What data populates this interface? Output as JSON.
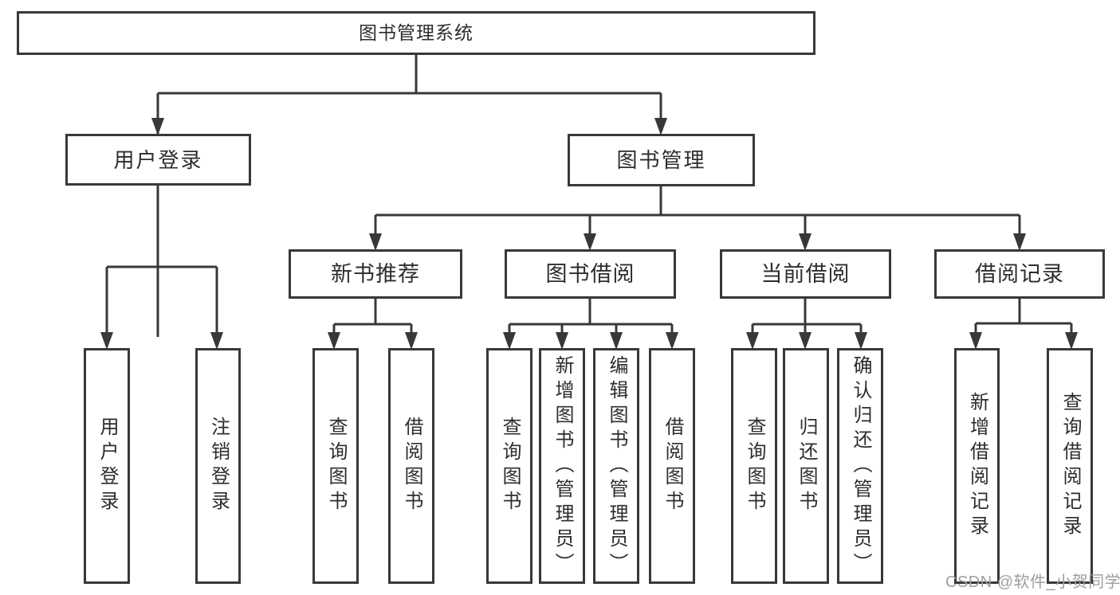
{
  "tree": {
    "root": "图书管理系统",
    "branches": [
      {
        "label": "用户登录",
        "children": [
          "用户登录",
          "注销登录"
        ]
      },
      {
        "label": "图书管理",
        "groups": [
          {
            "label": "新书推荐",
            "children": [
              "查询图书",
              "借阅图书"
            ]
          },
          {
            "label": "图书借阅",
            "children": [
              "查询图书",
              "新增图书（管理员）",
              "编辑图书（管理员）",
              "借阅图书"
            ]
          },
          {
            "label": "当前借阅",
            "children": [
              "查询图书",
              "归还图书",
              "确认归还（管理员）"
            ]
          },
          {
            "label": "借阅记录",
            "children": [
              "新增借阅记录",
              "查询借阅记录"
            ]
          }
        ]
      }
    ]
  },
  "watermark": {
    "text": "CSDN @软件_小贺同学"
  },
  "colors": {
    "line": "#383838",
    "box_border": "#383838",
    "text": "#2d2d2d",
    "watermark": "#9e9e9e",
    "background": "#ffffff"
  }
}
